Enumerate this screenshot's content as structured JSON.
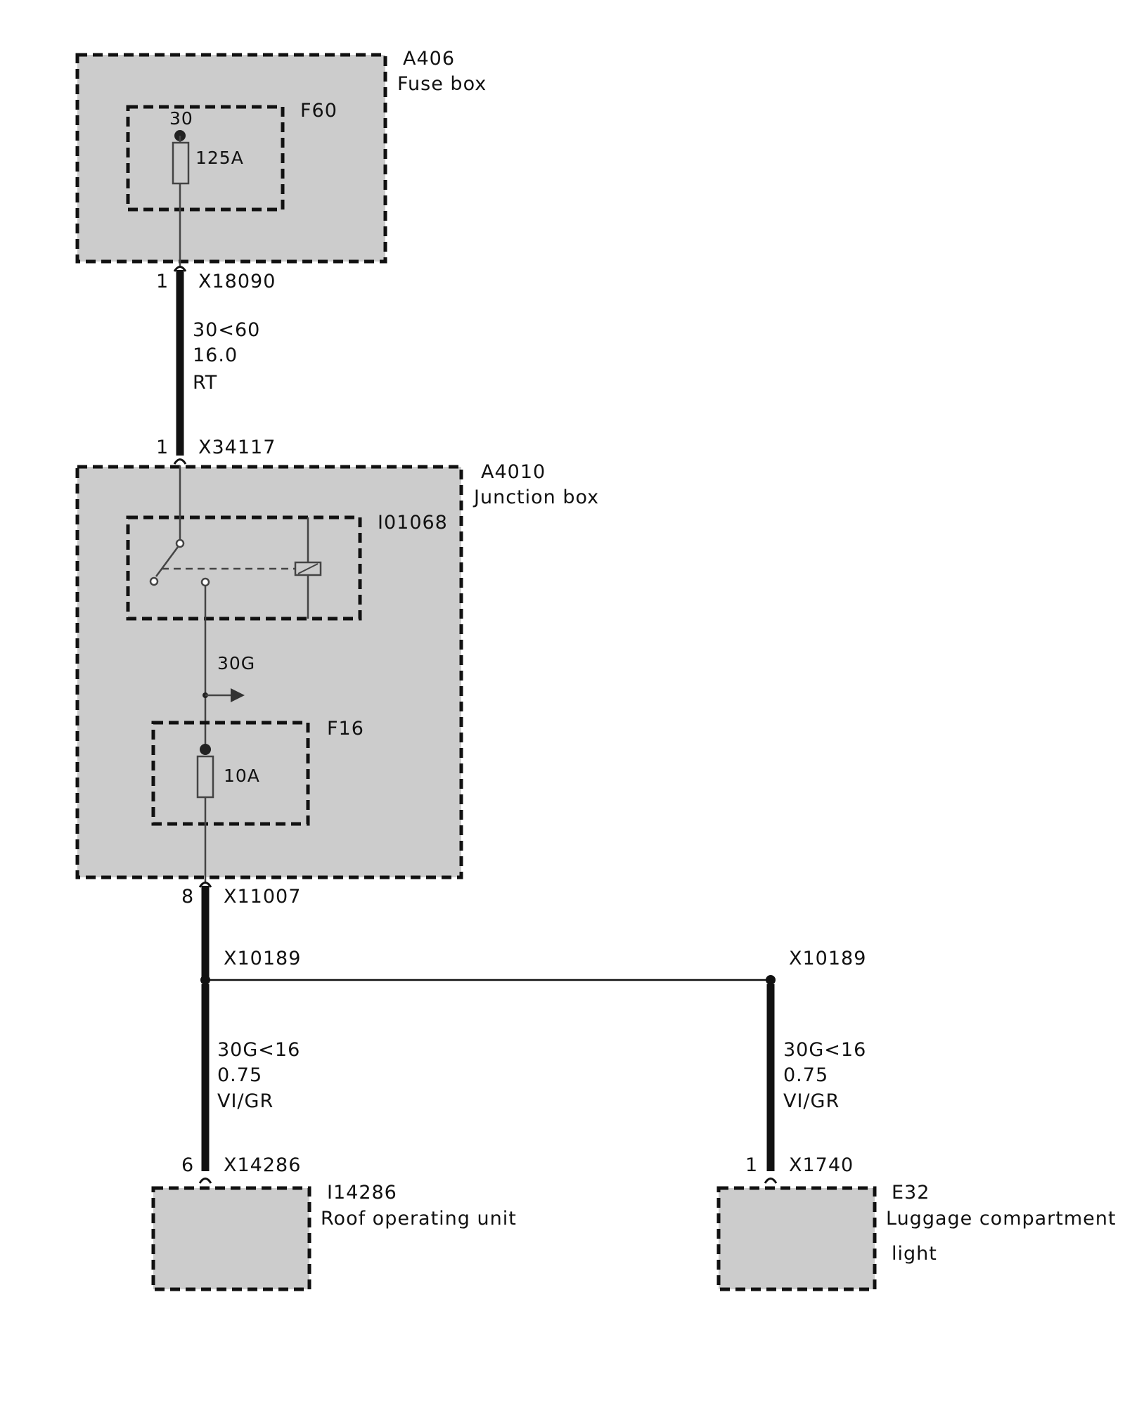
{
  "fuse_box": {
    "id": "A406",
    "name": "Fuse box"
  },
  "fuse_f60": {
    "id": "F60",
    "pin": "30",
    "rating": "125A"
  },
  "conn_x18090": {
    "pin": "1",
    "id": "X18090"
  },
  "wire_main": {
    "circuit": "30<60",
    "gauge": "16.0",
    "color": "RT"
  },
  "conn_x34117": {
    "pin": "1",
    "id": "X34117"
  },
  "junction_box": {
    "id": "A4010",
    "name": "Junction box"
  },
  "relay": {
    "id": "I01068"
  },
  "signal_30g": {
    "label": "30G"
  },
  "fuse_f16": {
    "id": "F16",
    "rating": "10A"
  },
  "conn_x11007": {
    "pin": "8",
    "id": "X11007"
  },
  "splice_left": {
    "id": "X10189"
  },
  "splice_right": {
    "id": "X10189"
  },
  "wire_left": {
    "circuit": "30G<16",
    "gauge": "0.75",
    "color": "VI/GR"
  },
  "wire_right": {
    "circuit": "30G<16",
    "gauge": "0.75",
    "color": "VI/GR"
  },
  "conn_x14286": {
    "pin": "6",
    "id": "X14286"
  },
  "conn_x1740": {
    "pin": "1",
    "id": "X1740"
  },
  "roof_unit": {
    "id": "I14286",
    "name": "Roof operating unit"
  },
  "luggage_light": {
    "id": "E32",
    "name_line1": "Luggage compartment",
    "name_line2": "light"
  }
}
